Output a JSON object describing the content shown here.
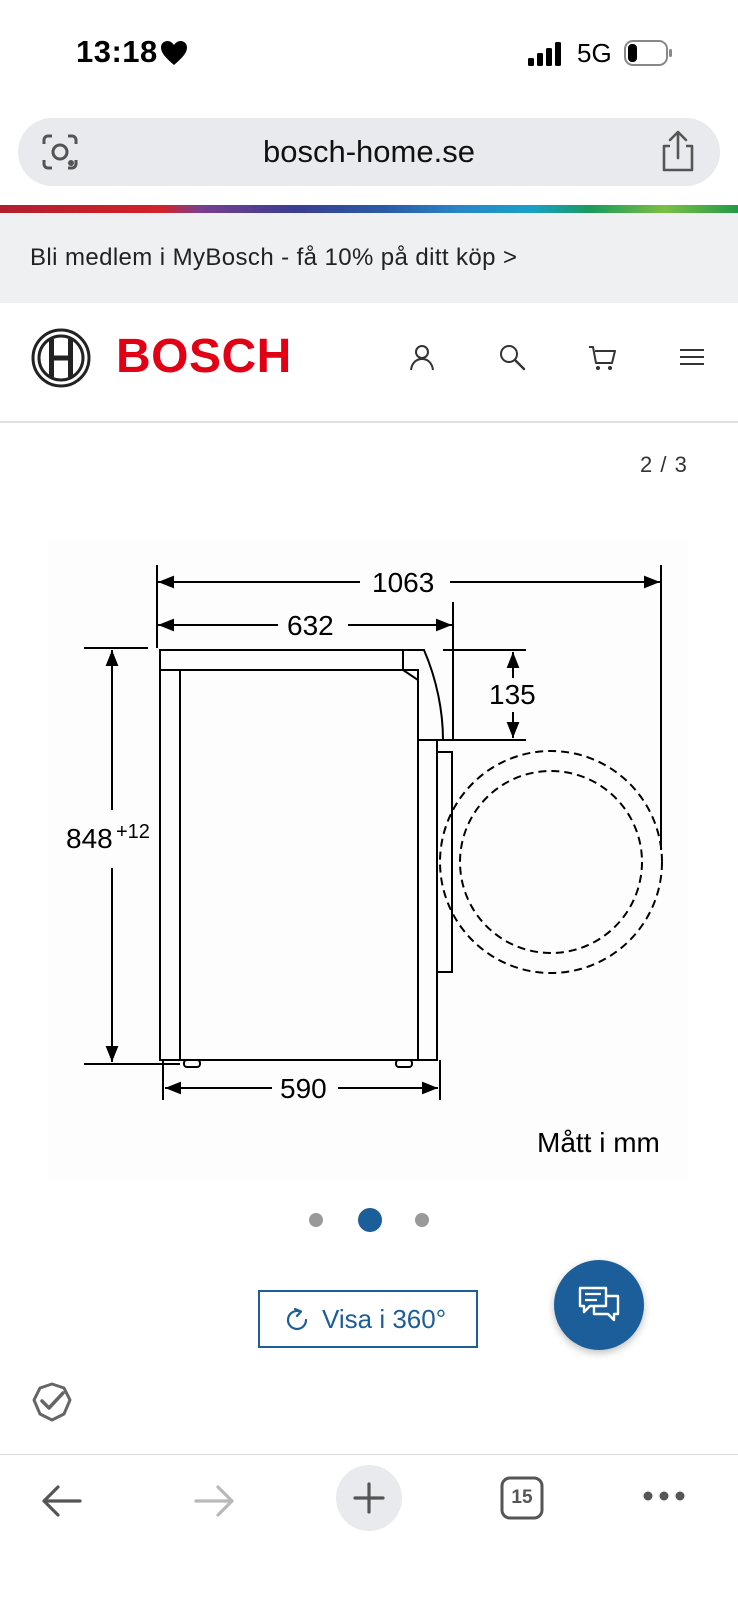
{
  "status_bar": {
    "time": "13:18",
    "network": "5G"
  },
  "browser": {
    "url": "bosch-home.se",
    "tab_count": "15"
  },
  "promo": {
    "text": "Bli medlem i MyBosch - få 10% på ditt köp >"
  },
  "header": {
    "brand": "BOSCH"
  },
  "gallery": {
    "counter": "2 / 3",
    "current": 2,
    "total": 3,
    "view360_label": "Visa i 360°"
  },
  "diagram": {
    "dim_width_total": "1063",
    "dim_depth": "632",
    "dim_door": "135",
    "dim_height": "848",
    "dim_height_sup": "+12",
    "dim_bottom": "590",
    "unit_note": "Mått i mm"
  },
  "colors": {
    "brand_red": "#e20015",
    "accent_blue": "#1b5e9a"
  },
  "icons": [
    "heart-icon",
    "lens-icon",
    "share-icon",
    "user-icon",
    "search-icon",
    "cart-icon",
    "menu-icon",
    "rotate-icon",
    "chat-icon",
    "badge-icon",
    "back-icon",
    "forward-icon",
    "new-tab-icon",
    "more-icon"
  ]
}
